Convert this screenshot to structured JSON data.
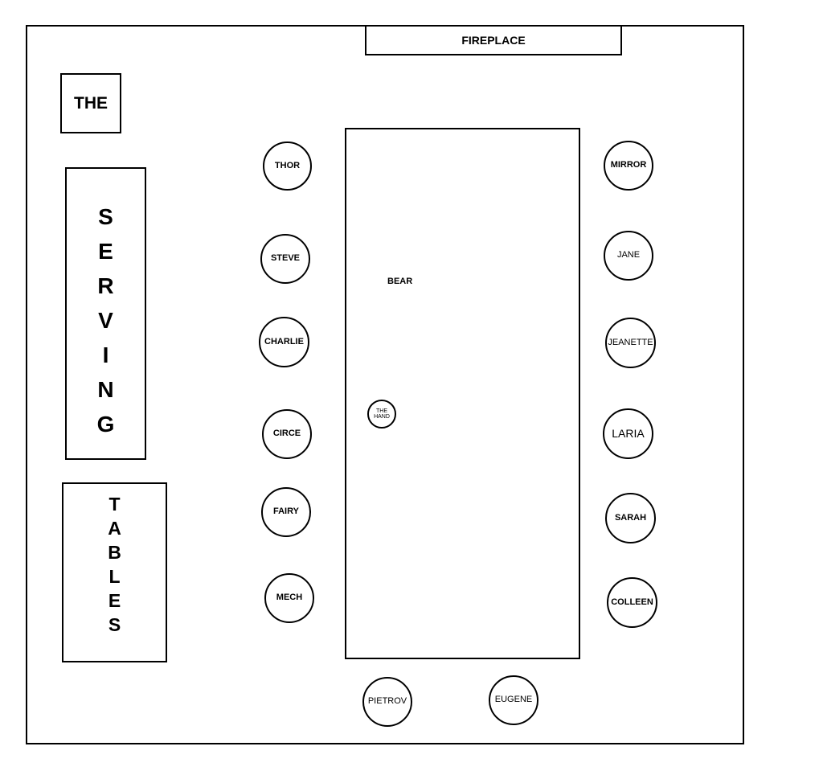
{
  "labels": {
    "fireplace": "FIREPLACE",
    "the": "THE",
    "serving": [
      "S",
      "E",
      "R",
      "V",
      "I",
      "N",
      "G"
    ],
    "tables": [
      "T",
      "A",
      "B",
      "L",
      "E",
      "S"
    ],
    "bear": "BEAR",
    "the_hand": [
      "THE",
      "HAND"
    ]
  },
  "seats": {
    "left": [
      "THOR",
      "STEVE",
      "CHARLIE",
      "CIRCE",
      "FAIRY",
      "MECH"
    ],
    "right": [
      "MIRROR",
      "JANE",
      "JEANETTE",
      "LARIA",
      "SARAH",
      "COLLEEN"
    ],
    "bottom": [
      "PIETROV",
      "EUGENE"
    ]
  }
}
